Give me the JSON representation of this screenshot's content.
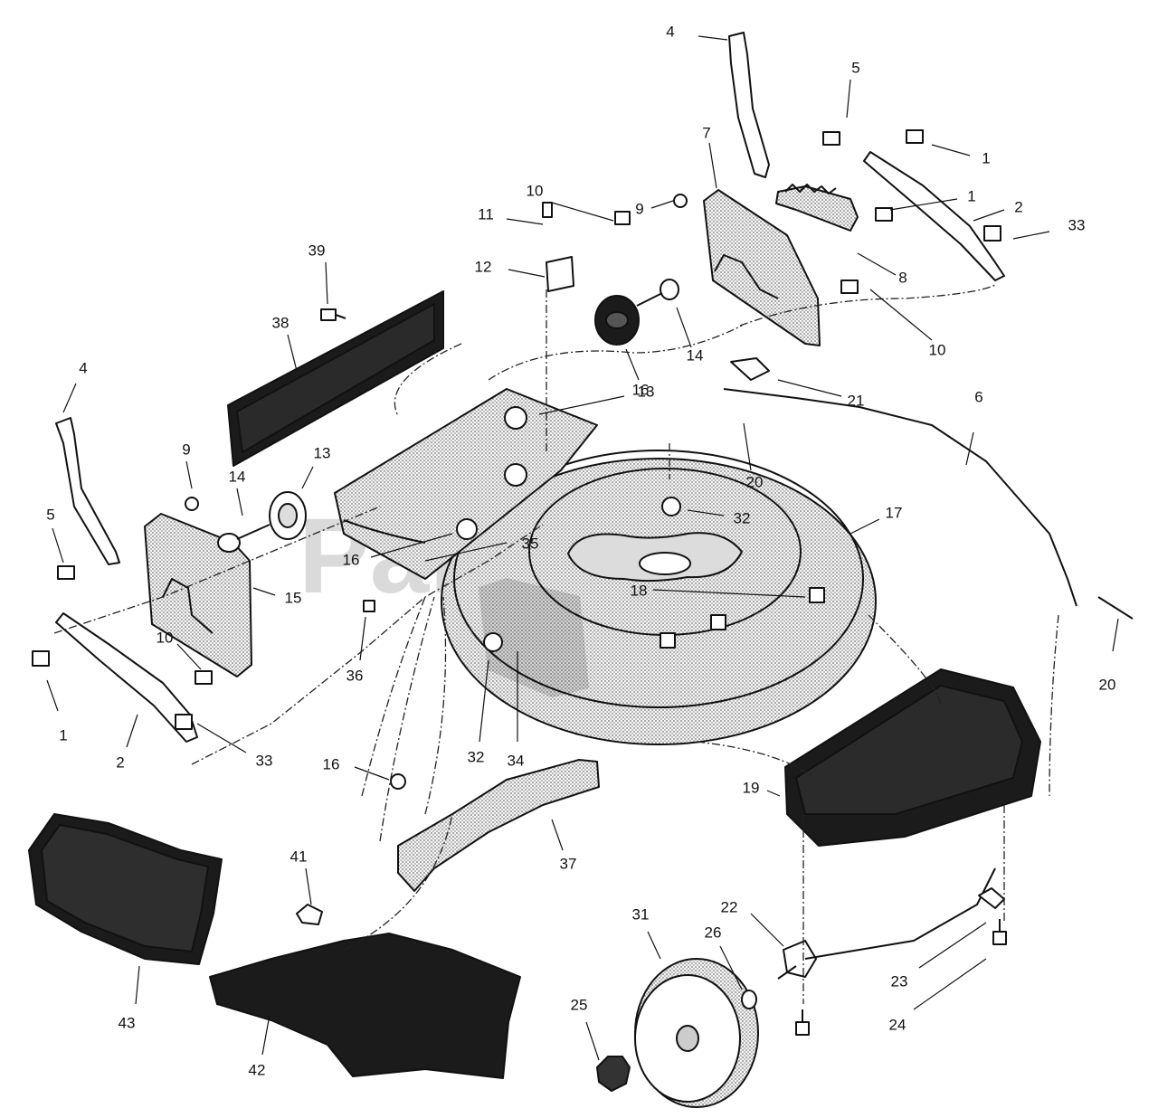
{
  "watermark": "PartTree",
  "callouts": [
    {
      "id": "c4a",
      "text": "4"
    },
    {
      "id": "c5a",
      "text": "5"
    },
    {
      "id": "c1a",
      "text": "1"
    },
    {
      "id": "c7",
      "text": "7"
    },
    {
      "id": "c10a",
      "text": "10"
    },
    {
      "id": "c9a",
      "text": "9"
    },
    {
      "id": "c11",
      "text": "11"
    },
    {
      "id": "c1b",
      "text": "1"
    },
    {
      "id": "c2a",
      "text": "2"
    },
    {
      "id": "c33a",
      "text": "33"
    },
    {
      "id": "c12",
      "text": "12"
    },
    {
      "id": "c8",
      "text": "8"
    },
    {
      "id": "c39",
      "text": "39"
    },
    {
      "id": "c14a",
      "text": "14"
    },
    {
      "id": "c10b",
      "text": "10"
    },
    {
      "id": "c38",
      "text": "38"
    },
    {
      "id": "c13a",
      "text": "13"
    },
    {
      "id": "c21",
      "text": "21"
    },
    {
      "id": "c16a",
      "text": "16"
    },
    {
      "id": "c6",
      "text": "6"
    },
    {
      "id": "c4b",
      "text": "4"
    },
    {
      "id": "c9b",
      "text": "9"
    },
    {
      "id": "c13b",
      "text": "13"
    },
    {
      "id": "c20a",
      "text": "20"
    },
    {
      "id": "c14b",
      "text": "14"
    },
    {
      "id": "c32a",
      "text": "32"
    },
    {
      "id": "c17",
      "text": "17"
    },
    {
      "id": "c5b",
      "text": "5"
    },
    {
      "id": "c35",
      "text": "35"
    },
    {
      "id": "c16b",
      "text": "16"
    },
    {
      "id": "c15",
      "text": "15"
    },
    {
      "id": "c18",
      "text": "18"
    },
    {
      "id": "c10c",
      "text": "10"
    },
    {
      "id": "c36",
      "text": "36"
    },
    {
      "id": "c20b",
      "text": "20"
    },
    {
      "id": "c1c",
      "text": "1"
    },
    {
      "id": "c2b",
      "text": "2"
    },
    {
      "id": "c33b",
      "text": "33"
    },
    {
      "id": "c32b",
      "text": "32"
    },
    {
      "id": "c34",
      "text": "34"
    },
    {
      "id": "c16c",
      "text": "16"
    },
    {
      "id": "c19",
      "text": "19"
    },
    {
      "id": "c37",
      "text": "37"
    },
    {
      "id": "c41",
      "text": "41"
    },
    {
      "id": "c22",
      "text": "22"
    },
    {
      "id": "c31",
      "text": "31"
    },
    {
      "id": "c26",
      "text": "26"
    },
    {
      "id": "c23",
      "text": "23"
    },
    {
      "id": "c43",
      "text": "43"
    },
    {
      "id": "c25",
      "text": "25"
    },
    {
      "id": "c24",
      "text": "24"
    },
    {
      "id": "c42",
      "text": "42"
    }
  ]
}
